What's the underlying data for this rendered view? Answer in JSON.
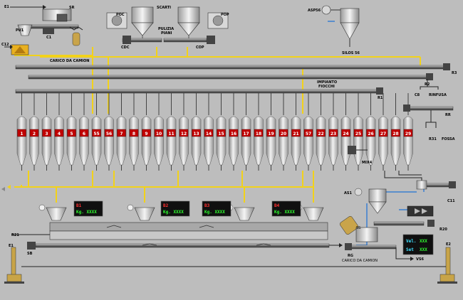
{
  "labels": {
    "e1_top": "E1",
    "sr": "SR",
    "pu1": "PU1",
    "c1": "C1",
    "c12": "C12",
    "poc": "POC",
    "scarti": "SCARTI",
    "pop": "POP",
    "pulizia": "PULIZIA",
    "piani": "PIANI",
    "cdc": "CDC",
    "cop": "COP",
    "asp56": "ASP56",
    "silos56": "SILOS 56",
    "carico_camion_top": "CARICO DA CAMION",
    "r3": "R3",
    "r2": "R2",
    "impianto": "IMPIANTO",
    "fiocchi": "FIOCCHI",
    "r1": "R1",
    "c8": "C8",
    "rinfusa": "RINFUSA",
    "rr": "RR",
    "r31": "R31",
    "fossa": "FOSSA",
    "mix4": "MIX4",
    "as1": "AS1",
    "c11": "C11",
    "r20": "R20",
    "r21": "R21",
    "e1_bottom": "E1",
    "sb": "SB",
    "rg": "RG",
    "carico_camion_bottom": "CARICO DA CAMION",
    "vs6": "VS6",
    "e2": "E2",
    "ss": "SS"
  },
  "silos": [
    "1",
    "2",
    "3",
    "4",
    "5",
    "6",
    "55",
    "56",
    "7",
    "8",
    "9",
    "10",
    "11",
    "12",
    "13",
    "14",
    "15",
    "16",
    "17",
    "18",
    "19",
    "20",
    "21",
    "57",
    "22",
    "23",
    "24",
    "25",
    "26",
    "27",
    "28",
    "29"
  ],
  "scales": [
    {
      "name": "B1",
      "value": "Kg. XXXX"
    },
    {
      "name": "B2",
      "value": "Kg. XXXX"
    },
    {
      "name": "B3",
      "value": "Kg. XXXX"
    },
    {
      "name": "B4",
      "value": "Kg. XXXX"
    }
  ],
  "mixer_display": {
    "vel_label": "Vel.",
    "vel_value": "XXX",
    "set_label": "Set",
    "set_value": "XXX"
  },
  "colors": {
    "background": "#bdbdbd",
    "flow_yellow": "#f2d21a",
    "flow_blue": "#3a7fd0",
    "silo_label_bg": "#c00000",
    "display_bg": "#101010",
    "display_red": "#ff3030",
    "display_green": "#30ff30",
    "display_cyan": "#40e0ff"
  }
}
